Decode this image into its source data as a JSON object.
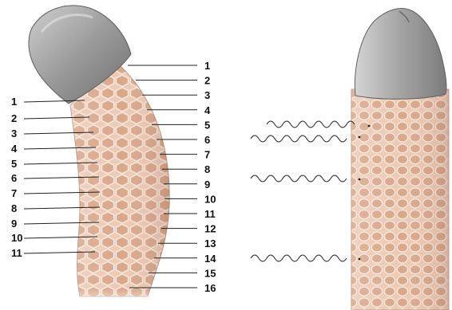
{
  "left_labels": [
    "1",
    "2",
    "3",
    "4",
    "5",
    "6",
    "7",
    "8",
    "9",
    "10",
    "11"
  ],
  "right_labels": [
    "1",
    "2",
    "3",
    "4",
    "5",
    "6",
    "7",
    "8",
    "9",
    "10",
    "11",
    "12",
    "13",
    "14",
    "15",
    "16"
  ],
  "wavy_lines": 4,
  "colors": {
    "cap": "#9d9d9d",
    "cap_light": "#c9c9c9",
    "skin": "#e6c2aa",
    "cell": "#d7a487",
    "cell_edge": "#f6e2d6",
    "leader": "#222222"
  }
}
